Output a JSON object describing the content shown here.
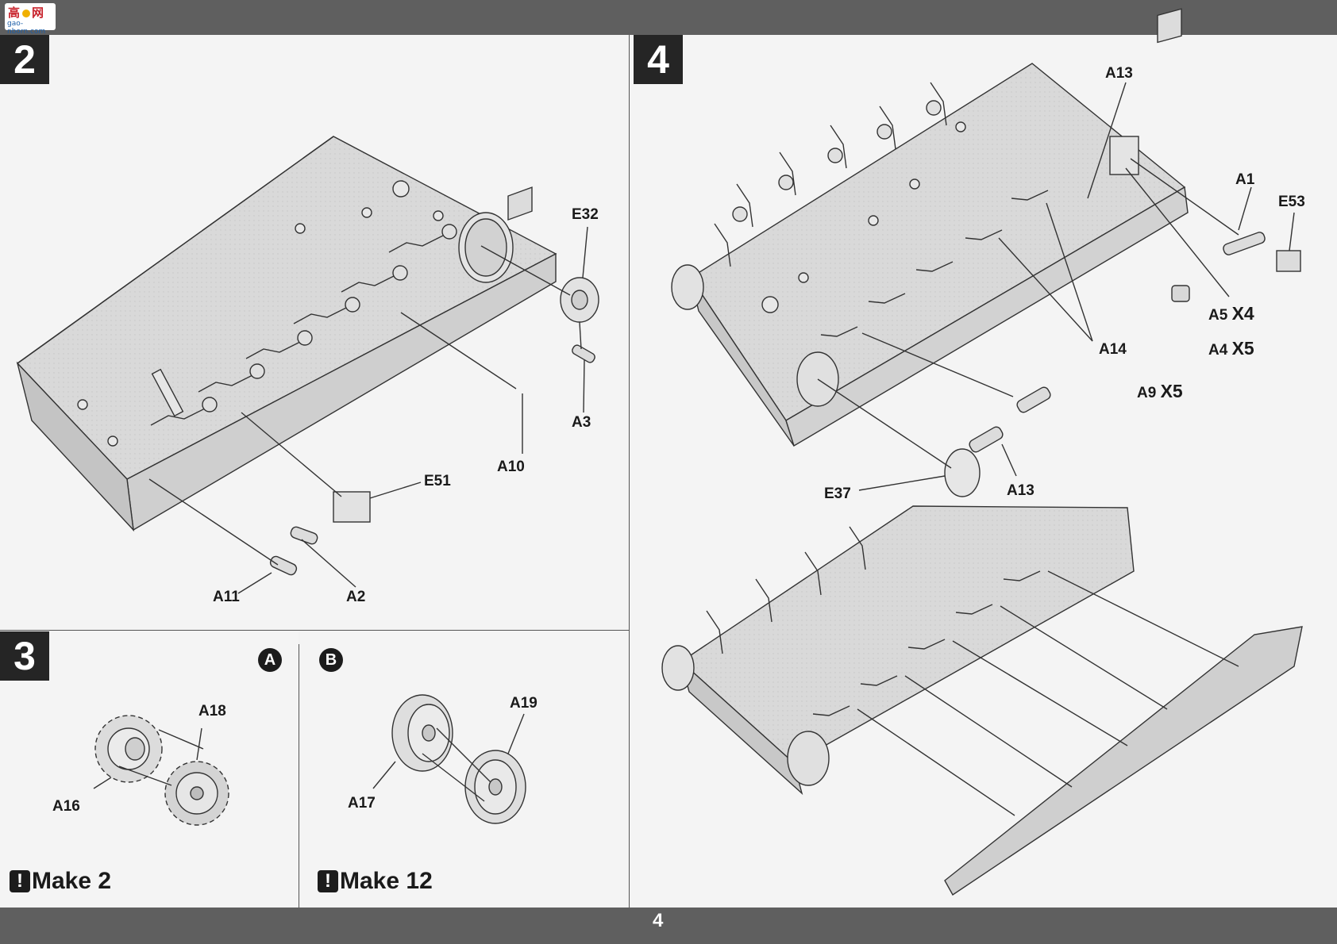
{
  "watermark": {
    "brand": "cn-model-site-logo",
    "url_text": "gao-nborn.com"
  },
  "page_number": "4",
  "steps": {
    "step2": {
      "number": "2",
      "labels": [
        "E32",
        "A3",
        "A10",
        "E51",
        "A11",
        "A2"
      ]
    },
    "step3": {
      "number": "3",
      "sub_a": {
        "badge": "A",
        "labels": [
          "A18",
          "A16"
        ],
        "make": "Make 2"
      },
      "sub_b": {
        "badge": "B",
        "labels": [
          "A19",
          "A17"
        ],
        "make": "Make 12"
      }
    },
    "step4": {
      "number": "4",
      "labels": {
        "a13_top": "A13",
        "a1": "A1",
        "e53": "E53",
        "a5": "A5",
        "a5_qty": "X4",
        "a14": "A14",
        "a4": "A4",
        "a4_qty": "X5",
        "a9": "A9",
        "a9_qty": "X5",
        "e37": "E37",
        "a13_bottom": "A13"
      }
    }
  },
  "colors": {
    "frame": "#5f5f5f",
    "paper": "#f4f4f4",
    "ink": "#1a1a1a",
    "part_fill": "#dcdcdc"
  }
}
